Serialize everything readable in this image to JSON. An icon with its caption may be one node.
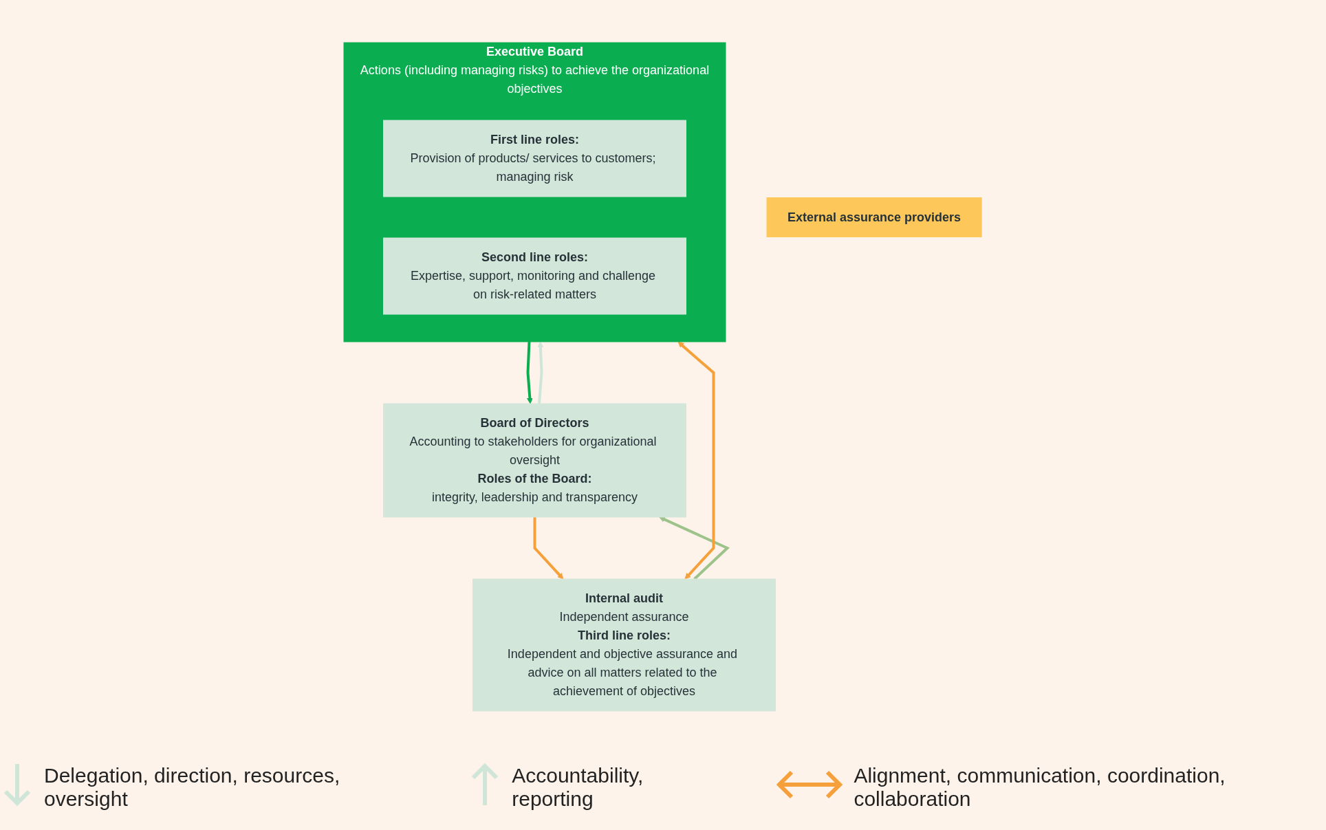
{
  "diagram": {
    "nodes": [
      {
        "text": [
          "Board of Directors",
          "Accounting to stakeholders for organizational oversight",
          "Roles of the Board:",
          "integrity, leadership and transparency"
        ]
      },
      {
        "text": [
          "Executive Board",
          "Actions (including managing risks) to achieve the organizational objectives"
        ]
      },
      {
        "text": [
          "First line roles:",
          "Provision of products/ services to customers; managing risk"
        ],
        "in": 1
      },
      {
        "text": [
          "Second line roles:",
          "Expertise, support, monitoring and challenge on risk-related matters"
        ],
        "in": 1
      },
      {
        "text": [
          "Internal audit",
          "Independent assurance",
          "Third line roles:",
          "Independent and objective assurance and advice on all matters related to the achievement of objectives"
        ]
      },
      {
        "text": [
          "External assurance providers"
        ]
      }
    ],
    "edges": [
      {
        "from": 0,
        "to": 1,
        "arrow": "to",
        "color": "#cfe5d8"
      },
      {
        "from": 1,
        "to": 0,
        "arrow": "to",
        "color": "#0aad50"
      },
      {
        "from": 0,
        "to": 4,
        "arrow": "to",
        "color": "#f5a03a"
      },
      {
        "from": 4,
        "to": 0,
        "arrow": "to",
        "color": "#9dc38a"
      },
      {
        "from": 1,
        "to": 4,
        "arrow": "both",
        "color": "#f5a03a"
      }
    ],
    "legend": [
      {
        "text": "Delegation, direction, resources, oversight"
      },
      {
        "text": "Accountability, reporting"
      },
      {
        "text": "Alignment, communication, coordination, collaboration"
      }
    ]
  }
}
